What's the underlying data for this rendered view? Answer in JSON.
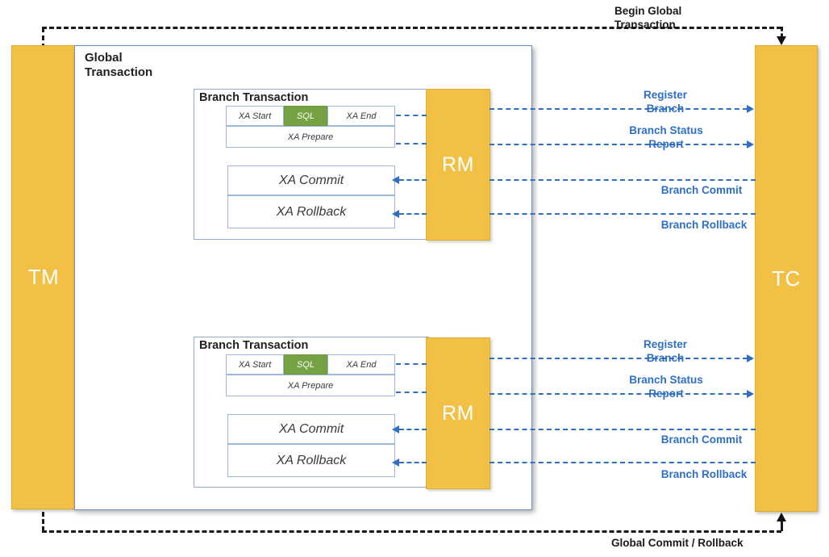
{
  "diagram": {
    "title": "XA Distributed Transaction Architecture",
    "colors": {
      "pillar_fill": "#f2c044",
      "pillar_border": "#e0ae2e",
      "sql_fill": "#76a244",
      "panel_border": "#6a8ec0",
      "branch_border": "#8fa9d0",
      "blue_line": "#2f6fc4",
      "black_line": "#1a1a1a"
    }
  },
  "actors": {
    "tm": {
      "label": "TM",
      "name": "transaction-manager"
    },
    "tc": {
      "label": "TC",
      "name": "transaction-coordinator"
    },
    "rm": {
      "label": "RM",
      "name": "resource-manager"
    }
  },
  "global_transaction": {
    "label": "Global\nTransaction"
  },
  "branches": [
    {
      "title": "Branch Transaction",
      "phase_one": {
        "steps": [
          "XA Start",
          "SQL",
          "XA End"
        ],
        "prepare": "XA Prepare"
      },
      "phase_two": {
        "commit": "XA Commit",
        "rollback": "XA Rollback"
      },
      "messages": {
        "register": "Register\nBranch",
        "status": "Branch Status\nReport",
        "commit": "Branch Commit",
        "rollback": "Branch Rollback"
      }
    },
    {
      "title": "Branch Transaction",
      "phase_one": {
        "steps": [
          "XA Start",
          "SQL",
          "XA End"
        ],
        "prepare": "XA Prepare"
      },
      "phase_two": {
        "commit": "XA Commit",
        "rollback": "XA Rollback"
      },
      "messages": {
        "register": "Register\nBranch",
        "status": "Branch Status\nReport",
        "commit": "Branch Commit",
        "rollback": "Branch Rollback"
      }
    }
  ],
  "outer_flows": {
    "begin": "Begin Global\nTransaction",
    "finish": "Global Commit / Rollback"
  }
}
